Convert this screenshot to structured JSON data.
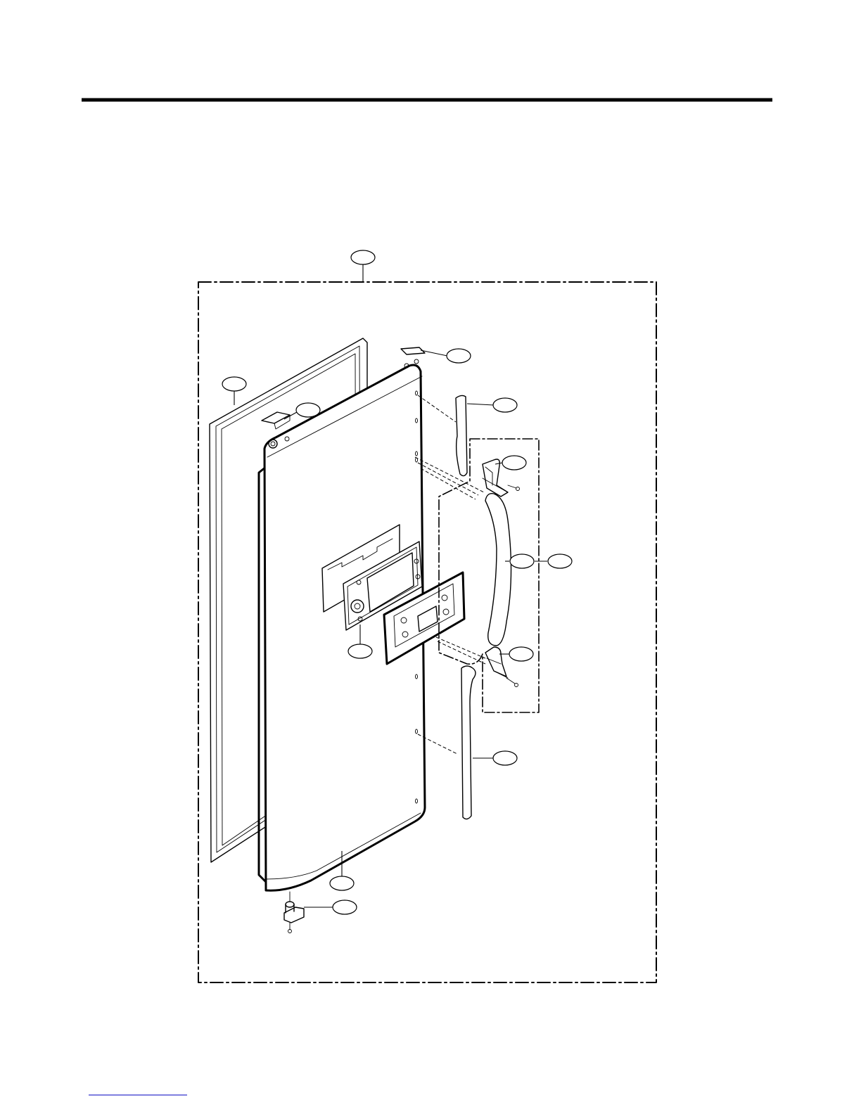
{
  "diagram": {
    "callouts": [
      {
        "id": "frame"
      },
      {
        "id": "gasket"
      },
      {
        "id": "top-hinge-plate"
      },
      {
        "id": "top-cap"
      },
      {
        "id": "upper-trim"
      },
      {
        "id": "upper-handle-bracket"
      },
      {
        "id": "handle"
      },
      {
        "id": "handle-assembly"
      },
      {
        "id": "lower-handle-bracket"
      },
      {
        "id": "display-cover"
      },
      {
        "id": "lower-trim"
      },
      {
        "id": "door-panel"
      },
      {
        "id": "bottom-hinge"
      }
    ]
  },
  "colors": {
    "line": "#000000",
    "background": "#ffffff",
    "footer_rule": "#3333cc"
  }
}
